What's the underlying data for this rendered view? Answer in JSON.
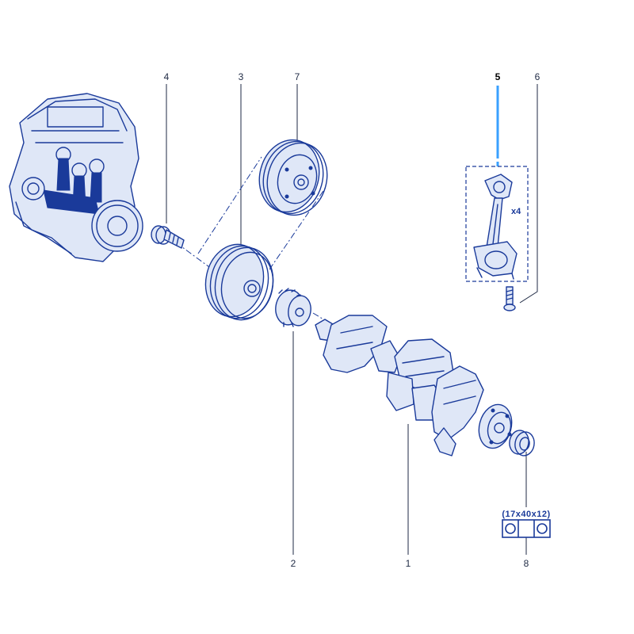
{
  "colors": {
    "ink": "#1a3a9a",
    "highlight": "#3aa0ff",
    "leader": "#1f2a44"
  },
  "callouts": [
    {
      "id": "1",
      "label": "1"
    },
    {
      "id": "2",
      "label": "2"
    },
    {
      "id": "3",
      "label": "3"
    },
    {
      "id": "4",
      "label": "4"
    },
    {
      "id": "5",
      "label": "5"
    },
    {
      "id": "6",
      "label": "6"
    },
    {
      "id": "7",
      "label": "7"
    },
    {
      "id": "8",
      "label": "8"
    }
  ],
  "annotations": {
    "quantity": "x4",
    "bearing_size": "(17x40x12)"
  },
  "icons": {
    "engine": "engine-overview-icon",
    "pulley": "crankshaft-pulley-icon",
    "bolt": "bolt-icon",
    "sprocket": "timing-sprocket-icon",
    "crankshaft": "crankshaft-icon",
    "conrod": "connecting-rod-icon",
    "bearing": "bearing-icon",
    "bearing_symbol": "bearing-symbol-icon"
  }
}
